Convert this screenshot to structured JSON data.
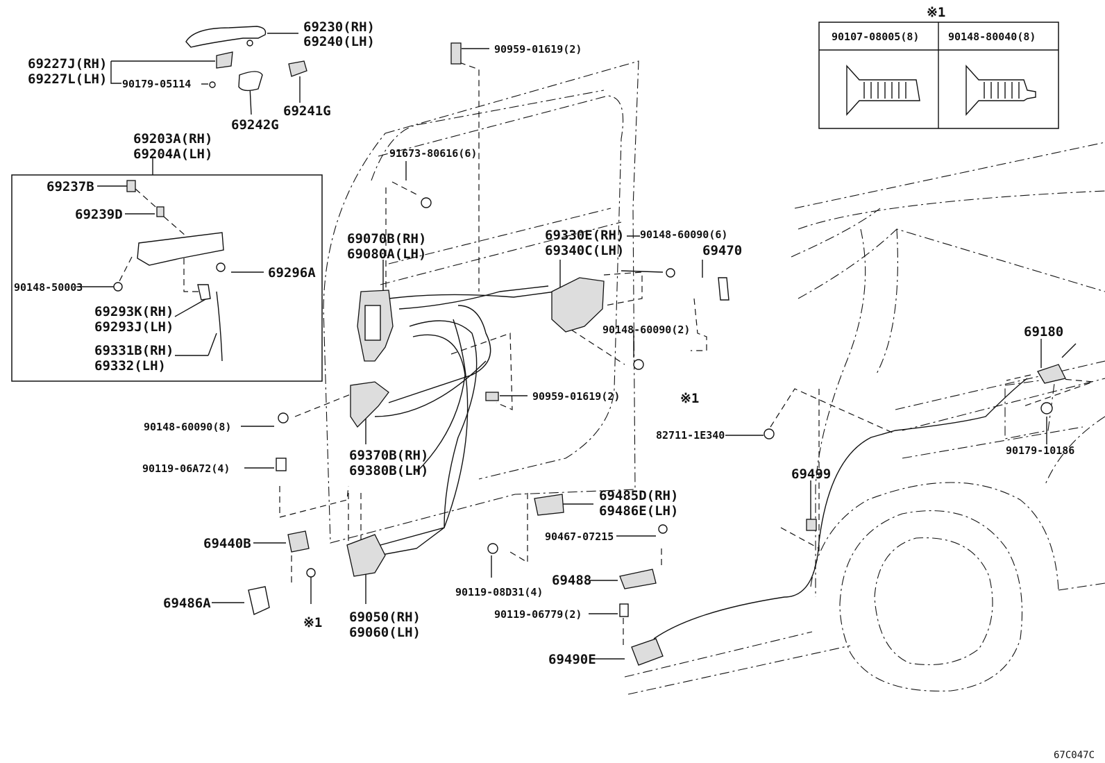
{
  "labels": {
    "p69230": "69230(RH)",
    "p69240": "69240(LH)",
    "p69227j": "69227J(RH)",
    "p69227l": "69227L(LH)",
    "p90179_05114": "90179-05114",
    "p69242g": "69242G",
    "p69241g": "69241G",
    "p69203a": "69203A(RH)",
    "p69204a": "69204A(LH)",
    "p69237b": "69237B",
    "p69239d": "69239D",
    "p69296a": "69296A",
    "p90148_50003": "90148-50003",
    "p69293k": "69293K(RH)",
    "p69293j": "69293J(LH)",
    "p69331b": "69331B(RH)",
    "p69332": "69332(LH)",
    "p90959_top": "90959-01619(2)",
    "p91673": "91673-80616(6)",
    "p69070b": "69070B(RH)",
    "p69080a": "69080A(LH)",
    "p69330e": "69330E(RH)",
    "p69340c": "69340C(LH)",
    "p90148_60090_6": "90148-60090(6)",
    "p69470": "69470",
    "p90148_60090_2": "90148-60090(2)",
    "p90959_mid": "90959-01619(2)",
    "p90148_60090_8": "90148-60090(8)",
    "p69370b": "69370B(RH)",
    "p69380b": "69380B(LH)",
    "p90119_06a72": "90119-06A72(4)",
    "p69485d": "69485D(RH)",
    "p69486e": "69486E(LH)",
    "p90467": "90467-07215",
    "p69440b": "69440B",
    "p69488": "69488",
    "p90119_08d31": "90119-08D31(4)",
    "p69486a": "69486A",
    "p90119_06779": "90119-06779(2)",
    "p69050": "69050(RH)",
    "p69060": "69060(LH)",
    "p69490e": "69490E",
    "p82711": "82711-1E340",
    "p69499": "69499",
    "p69180": "69180",
    "p90179_10186": "90179-10186",
    "note_ref_1": "※1",
    "note_ref_2": "※1",
    "note_ref_3": "※1"
  },
  "inset_table": {
    "note": "※1",
    "col1": "90107-08005(8)",
    "col2": "90148-80040(8)"
  },
  "diagram_code": "67C047C"
}
